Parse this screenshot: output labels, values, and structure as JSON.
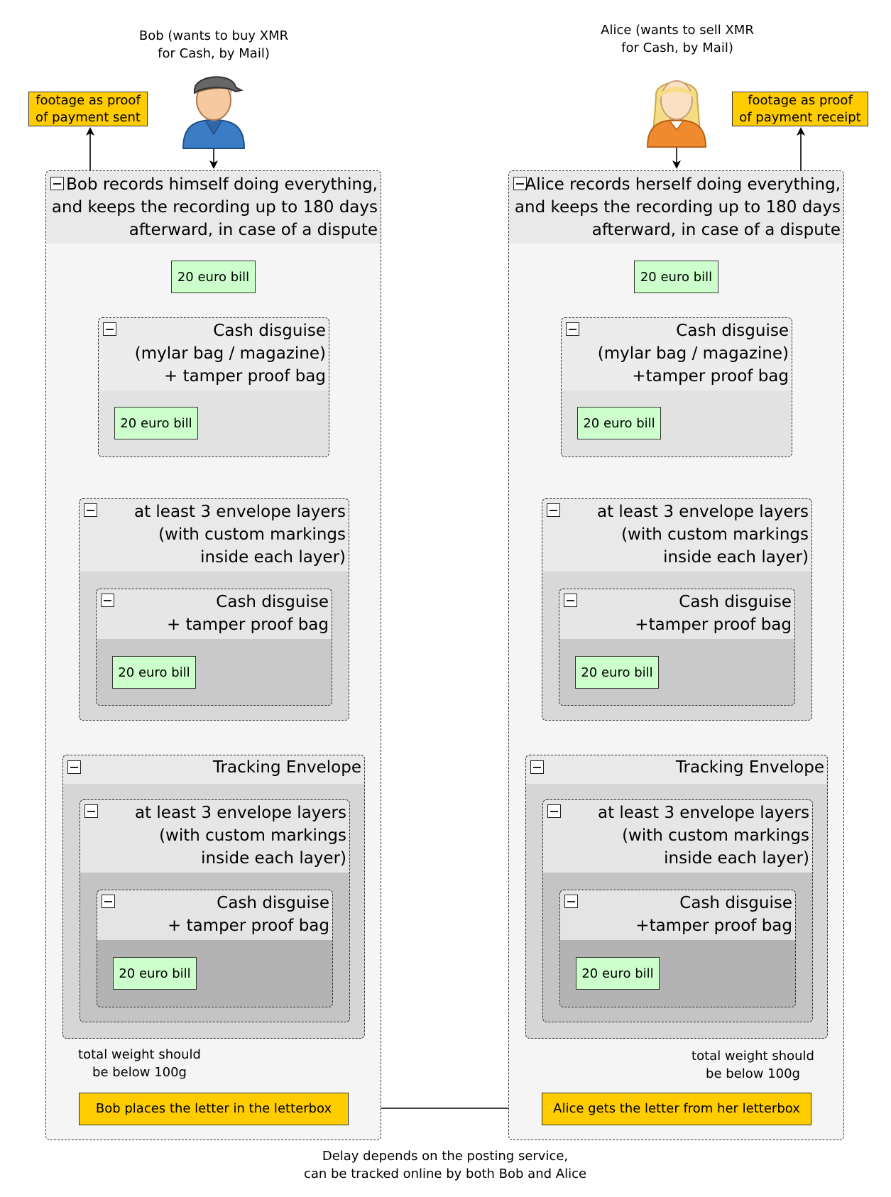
{
  "bob": {
    "actor_label": "Bob (wants to buy XMR\nfor Cash, by Mail)",
    "note": "footage as proof\nof payment sent",
    "record_title": "Bob records himself doing everything,\nand keeps the recording up to 180 days\nafterward, in case of a dispute",
    "bill": "20 euro bill",
    "disguise_full_title": "Cash disguise\n(mylar bag / magazine)\n+ tamper proof bag",
    "envelope_title": "at least 3 envelope layers\n(with custom markings\ninside each layer)",
    "disguise_short_title": "Cash disguise\n+ tamper proof bag",
    "tracking_title": "Tracking Envelope",
    "weight_note": "total weight should\nbe below 100g",
    "letterbox": "Bob places the letter in the letterbox"
  },
  "alice": {
    "actor_label": "Alice (wants to sell XMR\nfor Cash, by Mail)",
    "note": "footage as proof\nof payment receipt",
    "record_title": "Alice records herself doing everything,\nand keeps the recording up to 180 days\nafterward, in case of a dispute",
    "bill": "20 euro bill",
    "disguise_full_title": "Cash disguise\n(mylar bag / magazine)\n+tamper proof bag",
    "envelope_title": "at least 3 envelope layers\n(with custom markings\ninside each layer)",
    "disguise_short_title": "Cash disguise\n+tamper proof bag",
    "tracking_title": "Tracking Envelope",
    "weight_note": "total weight should\nbe below 100g",
    "letterbox": "Alice gets the letter from her letterbox"
  },
  "delay_note": "Delay depends on the posting service,\ncan be tracked online by both Bob and Alice",
  "colors": {
    "note_fill": "#ffcc00",
    "bill_fill": "#ccffcc",
    "bob_shirt": "#3b7dc4",
    "alice_shirt": "#f08a2e",
    "alice_hair": "#f7dc86"
  }
}
